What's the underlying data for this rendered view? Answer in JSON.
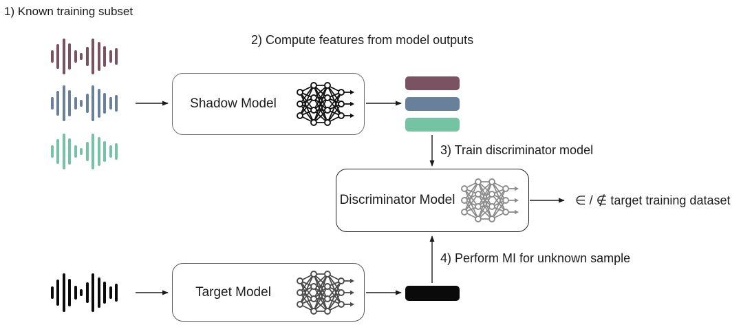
{
  "labels": {
    "step1": "1) Known training subset",
    "step2": "2) Compute features from model outputs",
    "step3": "3) Train discriminator model",
    "step4": "4) Perform MI for unknown sample",
    "output": "∈ / ∉ target training dataset"
  },
  "boxes": {
    "shadow": "Shadow Model",
    "discriminator": "Discriminator Model",
    "target": "Target Model"
  },
  "colors": {
    "feature_maroon": "#7a5262",
    "feature_slate": "#68809c",
    "feature_teal": "#74c4a4",
    "feature_black": "#0a0a0a",
    "nn_shadow": "#111111",
    "nn_discriminator": "#8c8c8c",
    "nn_target": "#4a4a4a",
    "arrow": "#1a1a1a"
  },
  "waveform": {
    "pattern": [
      0.33,
      0.68,
      1.0,
      0.72,
      0.35,
      0.18,
      0.52,
      1.0,
      0.8,
      0.58,
      0.33,
      0.47
    ]
  },
  "icons": {
    "neural_network": "neural-network-icon",
    "waveform": "audio-waveform-icon",
    "arrow": "arrow-icon"
  }
}
